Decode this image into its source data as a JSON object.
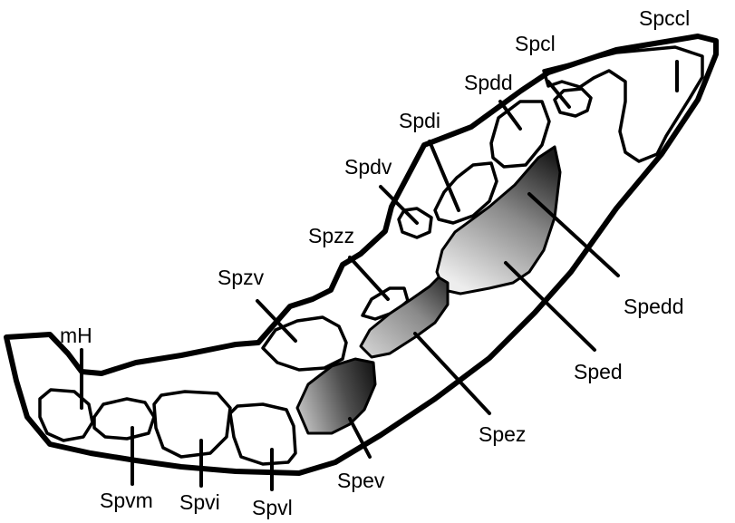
{
  "labels": {
    "spccl": "Spccl",
    "spcl": "Spcl",
    "spdd": "Spdd",
    "spdi": "Spdi",
    "spdv": "Spdv",
    "spzz": "Spzz",
    "spzv": "Spzv",
    "mh": "mH",
    "spedd": "Spedd",
    "sped": "Sped",
    "spez": "Spez",
    "spev": "Spev",
    "spvm": "Spvm",
    "spvi": "Spvi",
    "spvl": "Spvl"
  },
  "shading": {
    "dark": "#1e1e1e",
    "mid": "#6b6b6b",
    "light": "#e6e6e6"
  }
}
